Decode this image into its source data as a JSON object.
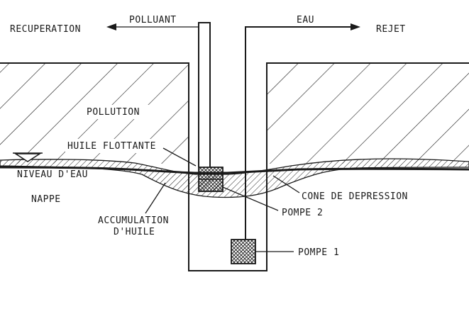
{
  "labels": {
    "recuperation": "RECUPERATION",
    "polluant": "POLLUANT",
    "eau": "EAU",
    "rejet": "REJET",
    "pollution": "POLLUTION",
    "huile_flottante": "HUILE FLOTTANTE",
    "niveau_eau": "NIVEAU D'EAU",
    "nappe": "NAPPE",
    "accumulation_1": "ACCUMULATION",
    "accumulation_2": "D'HUILE",
    "cone": "CONE DE DEPRESSION",
    "pompe2": "POMPE 2",
    "pompe1": "POMPE 1"
  },
  "colors": {
    "ink": "#1a1a1a",
    "paper": "#ffffff"
  }
}
